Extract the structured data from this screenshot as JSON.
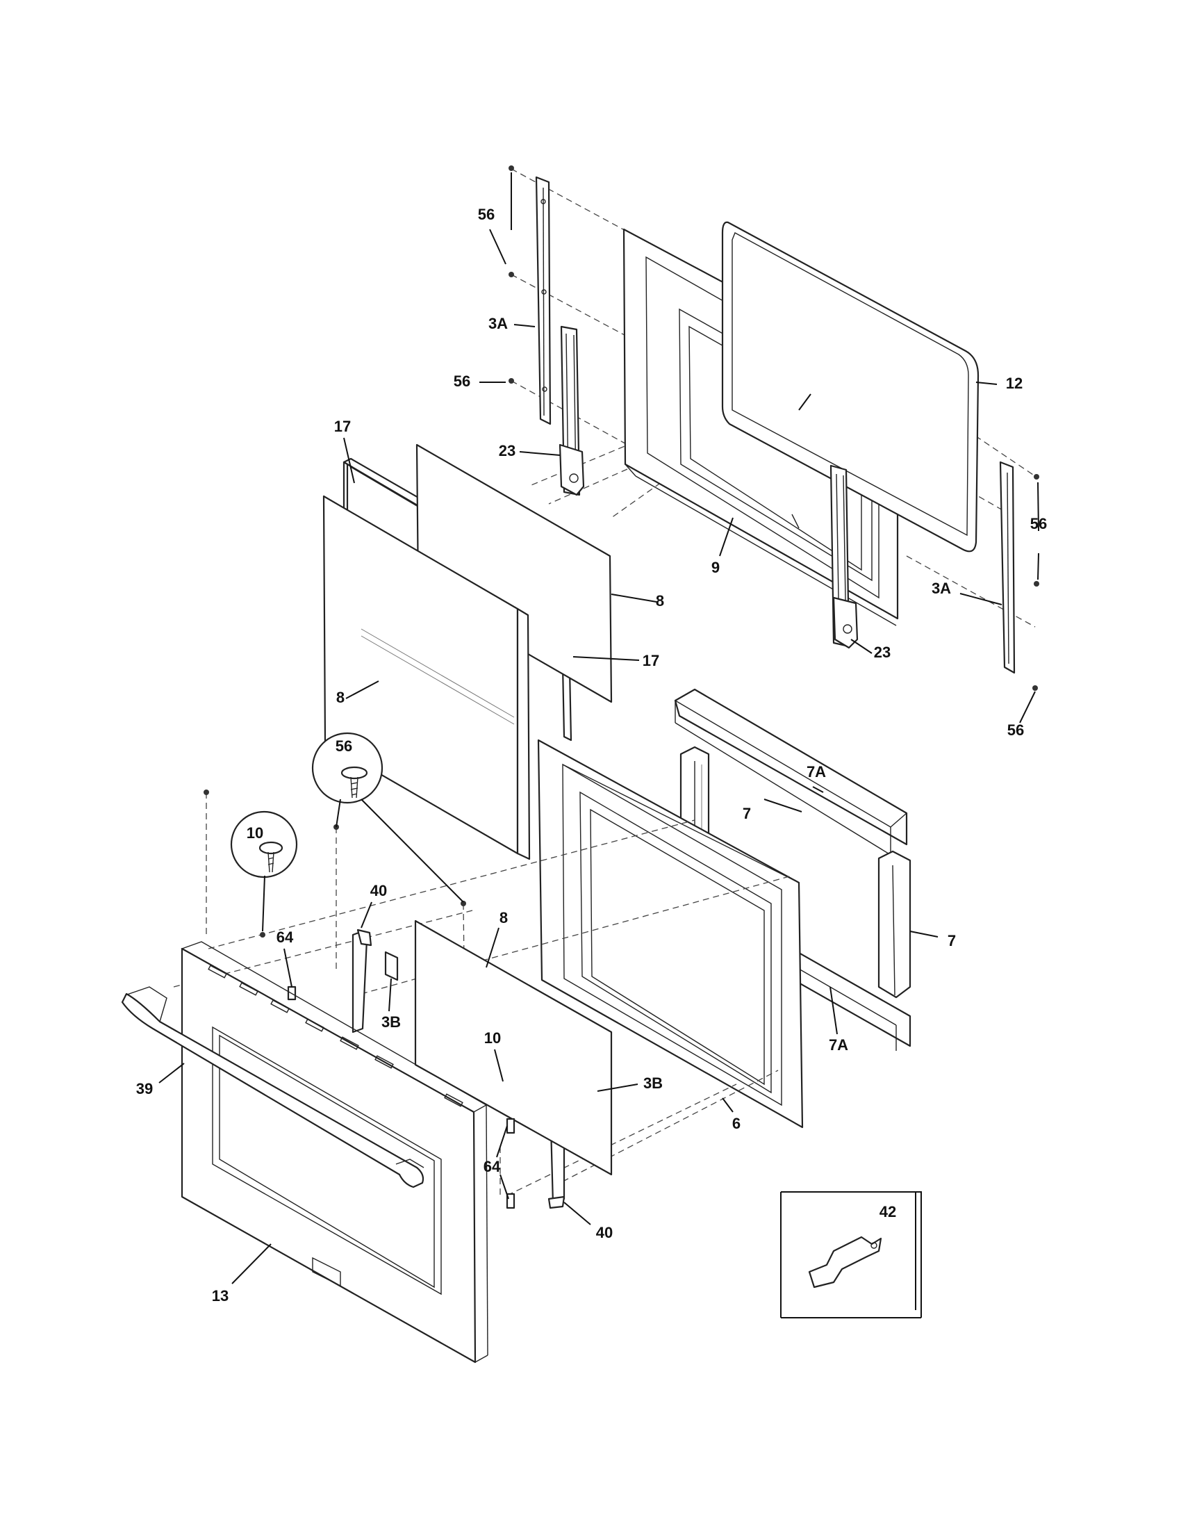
{
  "diagram": {
    "labels": {
      "l56a": "56",
      "l3Aa": "3A",
      "l56b": "56",
      "l23a": "23",
      "l12": "12",
      "l17a": "17",
      "l9": "9",
      "l8a": "8",
      "l17b": "17",
      "l8b": "8",
      "l56c": "56",
      "l3Ab": "3A",
      "l23b": "23",
      "l56d": "56",
      "l7Aa": "7A",
      "l56e": "56",
      "l7a": "7",
      "l10a": "10",
      "l40a": "40",
      "l8c": "8",
      "l64a": "64",
      "l7b": "7",
      "l3Ba": "3B",
      "l10b": "10",
      "l7Ab": "7A",
      "l39": "39",
      "l3Bb": "3B",
      "l6": "6",
      "l64b": "64",
      "l42": "42",
      "l40b": "40",
      "l13": "13"
    }
  }
}
